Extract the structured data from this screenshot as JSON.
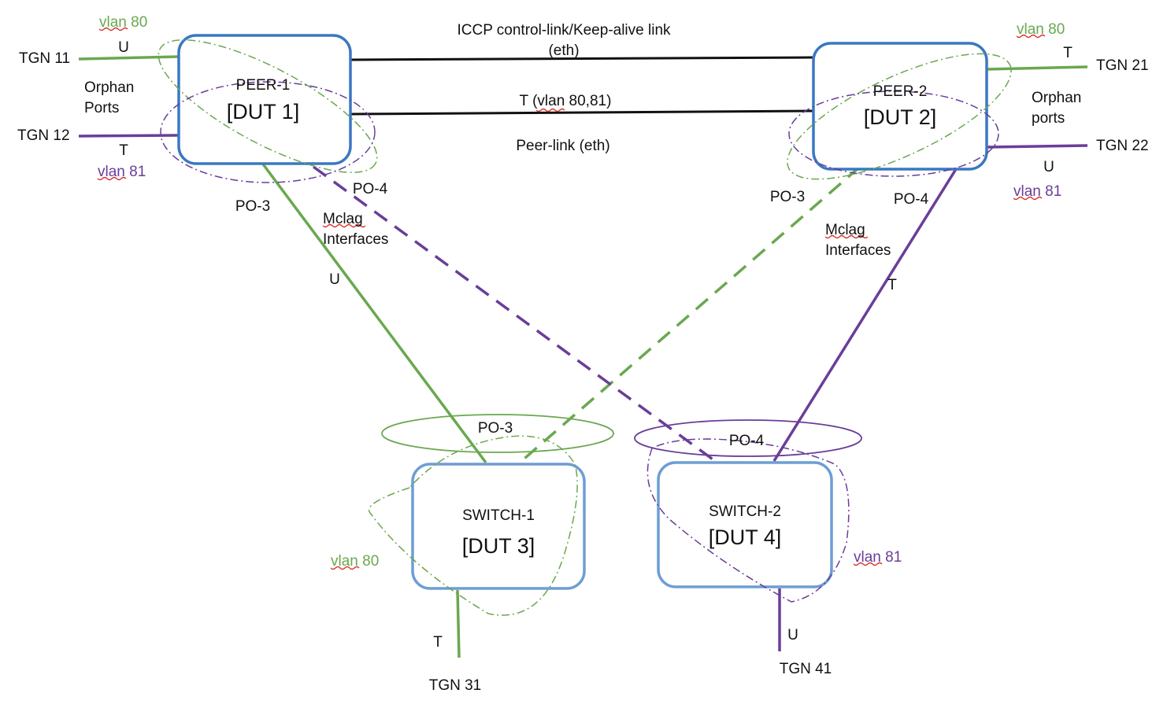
{
  "colors": {
    "green": "#6aa84f",
    "purple": "#6a3d9a",
    "box": "#3a78c2",
    "box_light": "#6d9ed4",
    "line": "#111111",
    "squiggle": "#d9342b"
  },
  "peer1": {
    "title": "PEER-1",
    "dut": "[DUT 1]"
  },
  "peer2": {
    "title": "PEER-2",
    "dut": "[DUT 2]"
  },
  "switch1": {
    "title": "SWITCH-1",
    "dut": "[DUT 3]"
  },
  "switch2": {
    "title": "SWITCH-2",
    "dut": "[DUT 4]"
  },
  "links": {
    "iccp_line1": "ICCP control-link/Keep-alive link",
    "iccp_line2": "(eth)",
    "peer_trunk": "T (vlan 80,81)",
    "peer_link": "Peer-link (eth)"
  },
  "tgn": {
    "tgn11": "TGN 11",
    "tgn12": "TGN 12",
    "tgn21": "TGN 21",
    "tgn22": "TGN 22",
    "tgn31": "TGN 31",
    "tgn41": "TGN 41"
  },
  "vlans": {
    "v80_p1": "vlan 80",
    "v81_p1": "vlan 81",
    "v80_p2": "vlan 80",
    "v81_p2": "vlan 81",
    "v80_s1": "vlan 80",
    "v81_s2": "vlan 81"
  },
  "modes": {
    "tgn11": "U",
    "tgn12": "T",
    "tgn21": "T",
    "tgn22": "U",
    "tgn31": "T",
    "tgn41": "U",
    "po3_left": "U",
    "po4_right": "T"
  },
  "orphan_left": {
    "line1": "Orphan",
    "line2": "Ports"
  },
  "orphan_right": {
    "line1": "Orphan",
    "line2": "ports"
  },
  "mclag_left": {
    "line1": "Mclag",
    "line2": "Interfaces"
  },
  "mclag_right": {
    "line1": "Mclag",
    "line2": "Interfaces"
  },
  "po": {
    "p1_po3": "PO-3",
    "p1_po4": "PO-4",
    "p2_po3": "PO-3",
    "p2_po4": "PO-4",
    "s1_po3": "PO-3",
    "s2_po4": "PO-4"
  }
}
